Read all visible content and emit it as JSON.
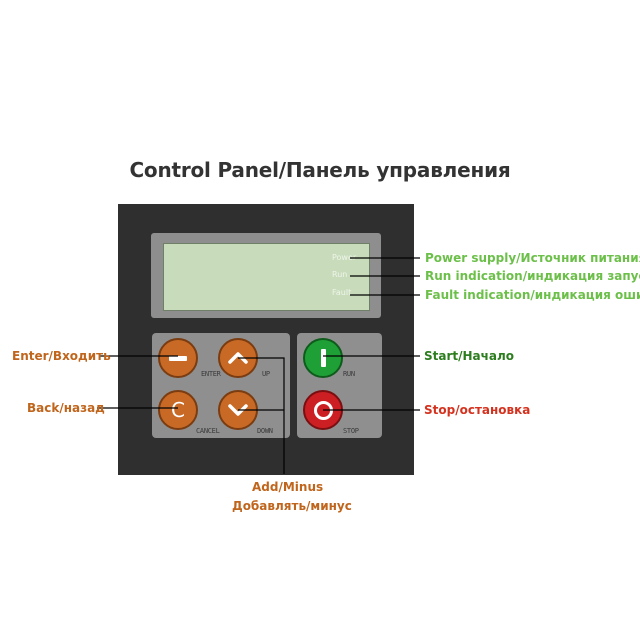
{
  "title": "Control Panel/Панель управления",
  "lcd": {
    "power": "Power",
    "run": "Run",
    "fault": "Fault"
  },
  "keys": {
    "enter": "ENTER",
    "up": "UP",
    "cancel": "CANCEL",
    "down": "DOWN",
    "run": "RUN",
    "stop": "STOP",
    "back_glyph": "C"
  },
  "callouts": {
    "power": "Power supply/Источник питания",
    "run": "Run indication/индикация запуска",
    "fault": "Fault indication/индикация ошибки",
    "enter": "Enter/Входить",
    "back": "Back/назад",
    "start": "Start/Начало",
    "stop": "Stop/остановка",
    "add_line1": "Add/Minus",
    "add_line2": "Добавлять/минус"
  },
  "colors": {
    "green_label": "#6cc04a",
    "orange_label": "#c0651c",
    "start_label": "#2c7d1e",
    "stop_label": "#d4321e",
    "panel": "#2f2f2f",
    "lcd": "#c8dcbc"
  }
}
